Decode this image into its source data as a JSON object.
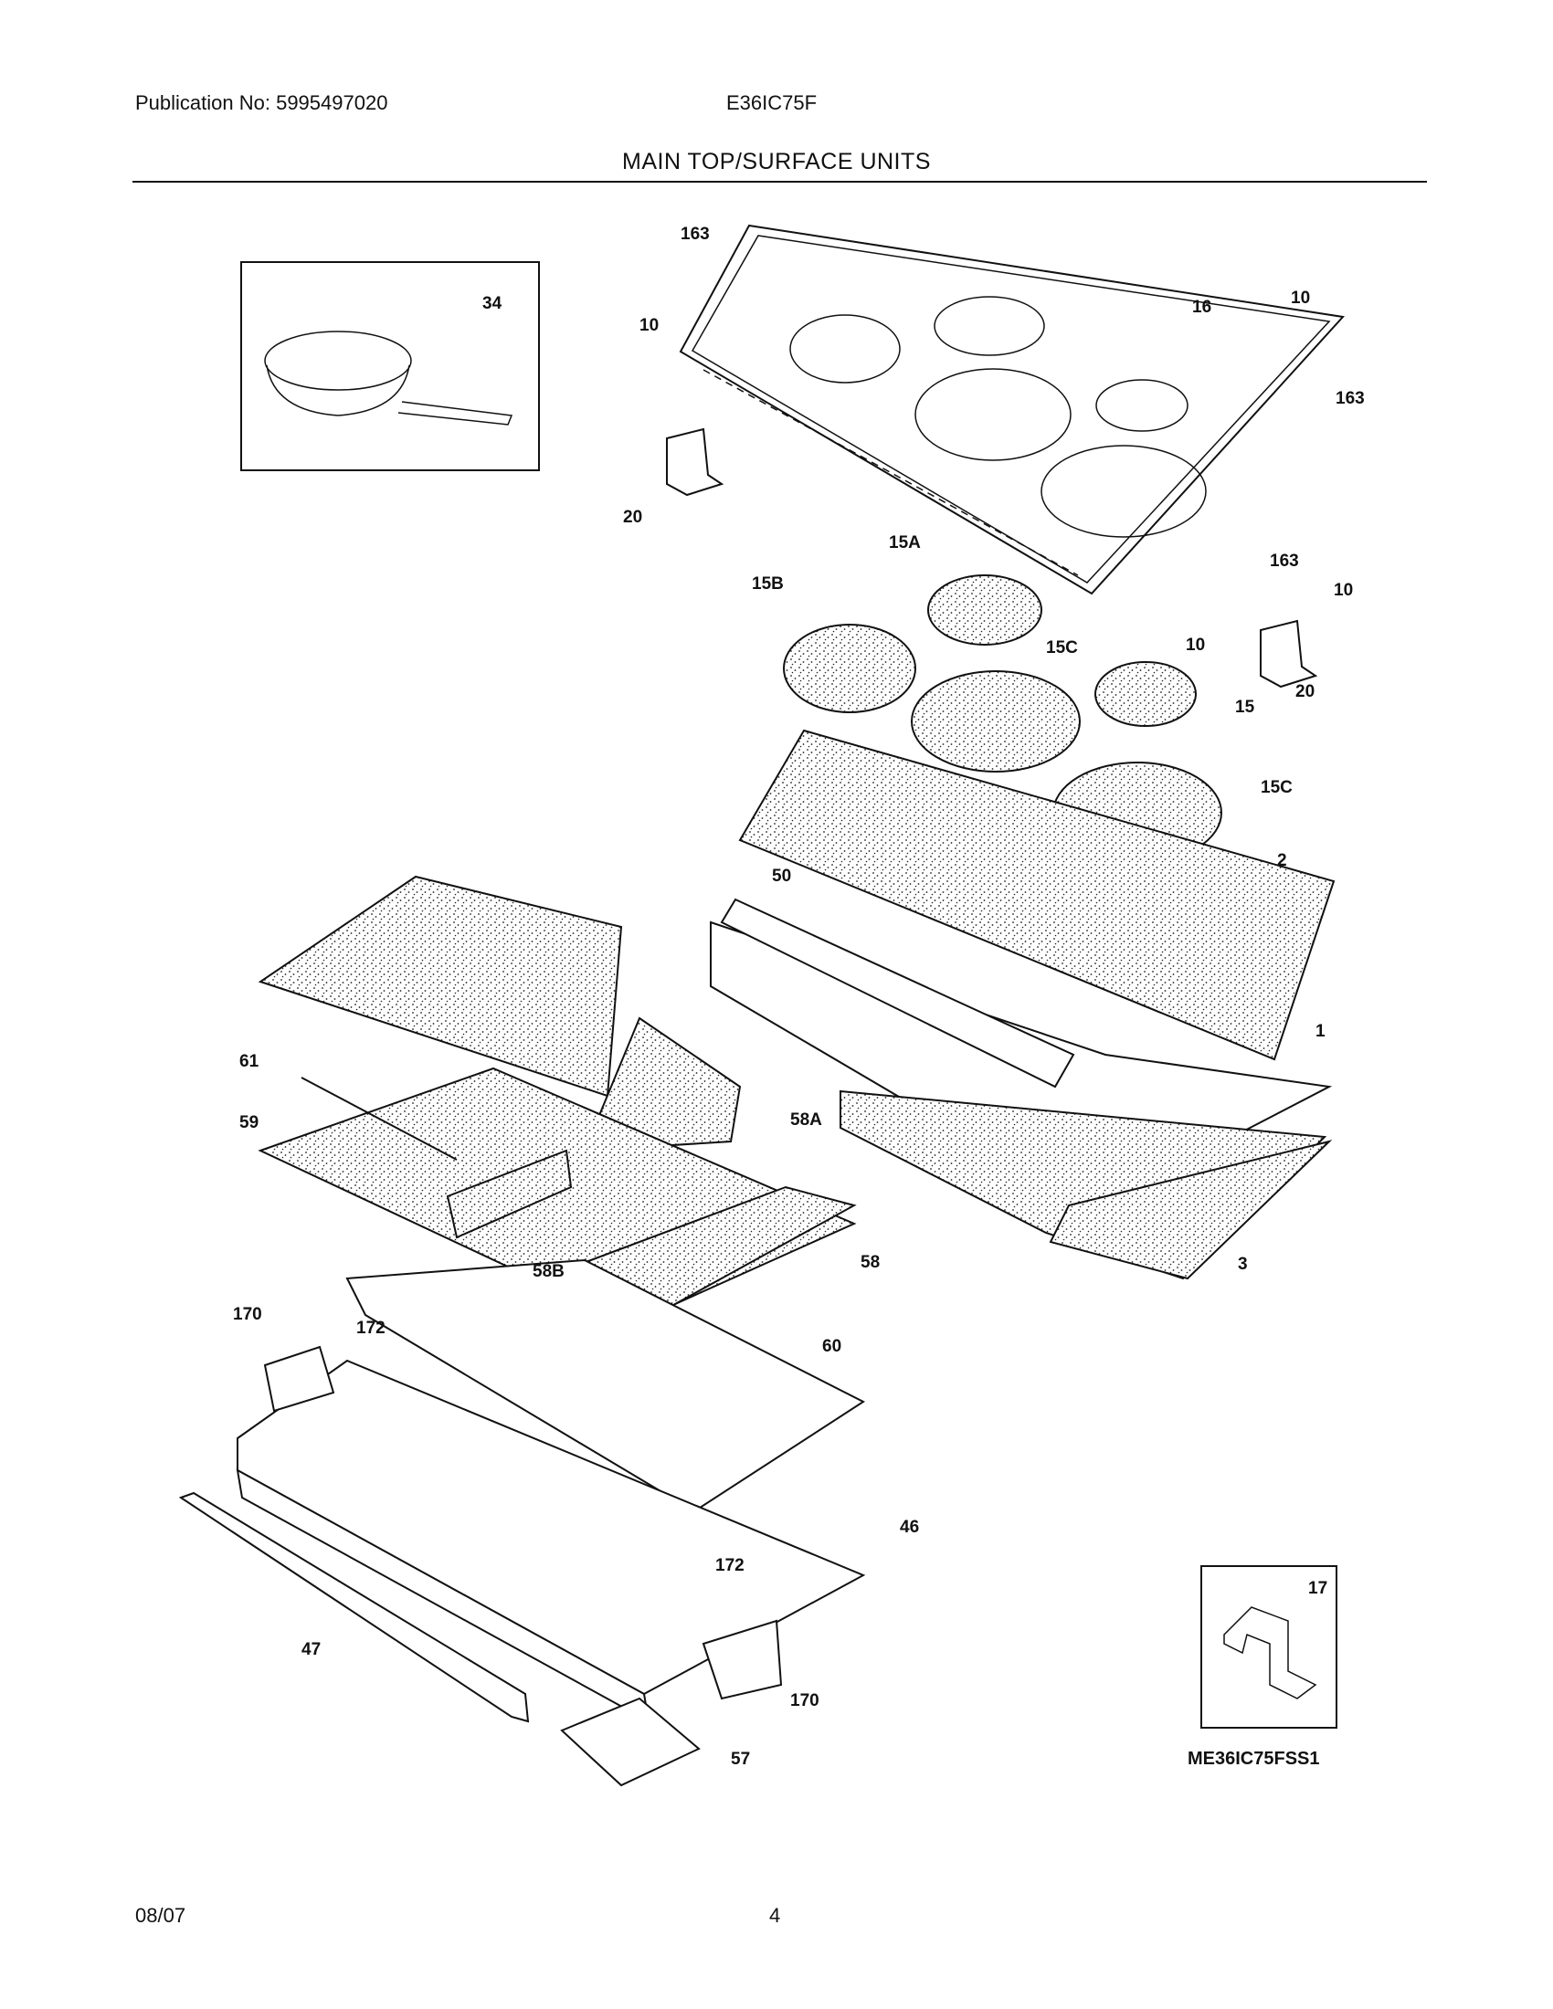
{
  "header": {
    "publication": "Publication No: 5995497020",
    "model": "E36IC75F",
    "section_title": "MAIN TOP/SURFACE UNITS"
  },
  "footer": {
    "date": "08/07",
    "page": "4"
  },
  "diagram": {
    "drawing_code": "ME36IC75FSS1",
    "callouts": [
      "163",
      "10",
      "16",
      "10",
      "163",
      "34",
      "20",
      "163",
      "10",
      "10",
      "15A",
      "15B",
      "15C",
      "15",
      "20",
      "15C",
      "2",
      "50",
      "1",
      "61",
      "59",
      "58A",
      "58B",
      "58",
      "3",
      "170",
      "172",
      "60",
      "46",
      "172",
      "47",
      "170",
      "57",
      "17"
    ]
  }
}
